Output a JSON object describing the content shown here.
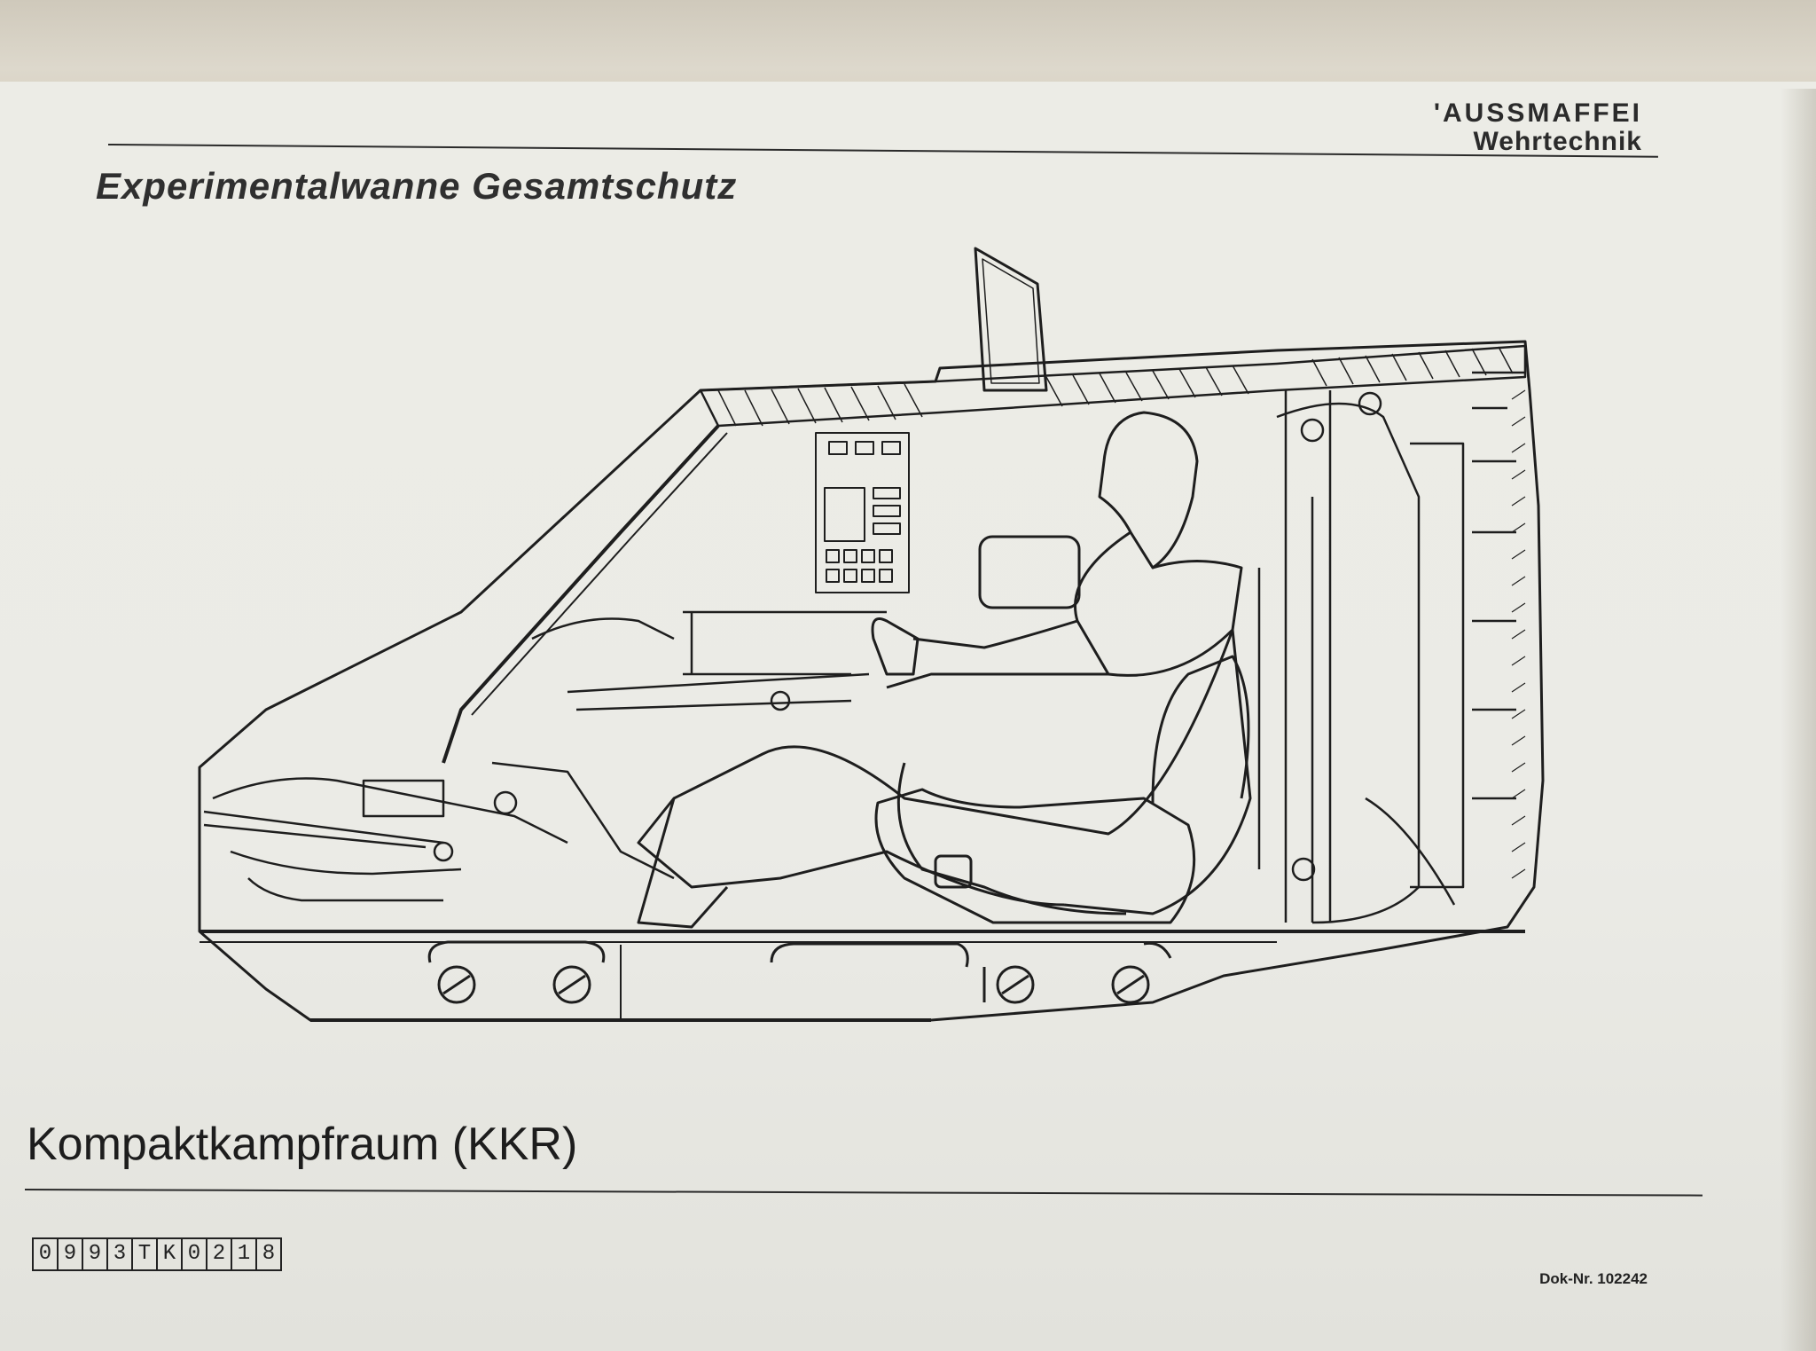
{
  "header": {
    "brand_line1": "'AUSSMAFFEI",
    "brand_line2": "Wehrtechnik",
    "title": "Experimentalwanne Gesamtschutz"
  },
  "figure": {
    "caption": "Kompaktkampfraum (KKR)"
  },
  "footer": {
    "doc_code": [
      "0",
      "9",
      "9",
      "3",
      "T",
      "K",
      "0",
      "2",
      "1",
      "8"
    ],
    "dok_nr": "Dok-Nr. 102242"
  }
}
